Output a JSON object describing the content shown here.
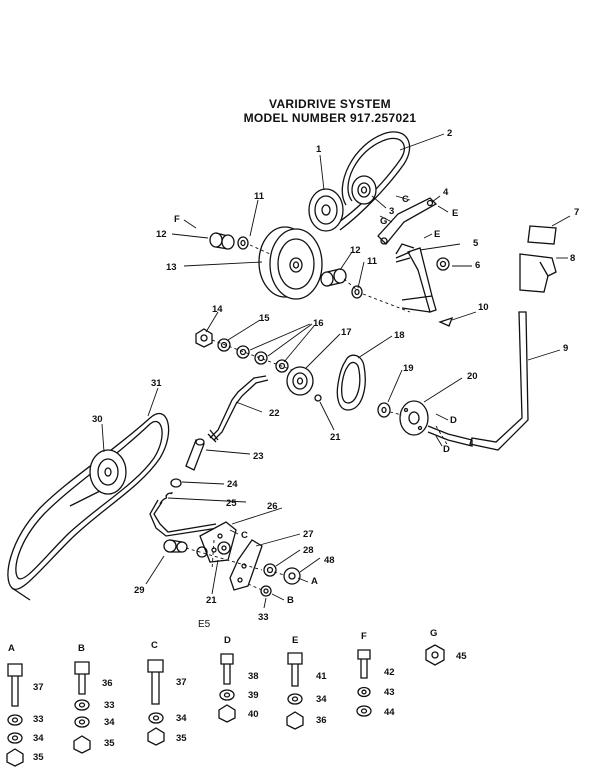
{
  "title": {
    "line1": "VARIDRIVE SYSTEM",
    "line2": "MODEL NUMBER 917.257021"
  },
  "diagram_code": "E5",
  "callouts": [
    {
      "id": "c1",
      "text": "1"
    },
    {
      "id": "c2",
      "text": "2"
    },
    {
      "id": "c3",
      "text": "3"
    },
    {
      "id": "c4",
      "text": "4"
    },
    {
      "id": "c5",
      "text": "5"
    },
    {
      "id": "c6",
      "text": "6"
    },
    {
      "id": "c7",
      "text": "7"
    },
    {
      "id": "c8",
      "text": "8"
    },
    {
      "id": "c9",
      "text": "9"
    },
    {
      "id": "c10",
      "text": "10"
    },
    {
      "id": "c11a",
      "text": "11"
    },
    {
      "id": "c11b",
      "text": "11"
    },
    {
      "id": "c12a",
      "text": "12"
    },
    {
      "id": "c12b",
      "text": "12"
    },
    {
      "id": "c13",
      "text": "13"
    },
    {
      "id": "c14",
      "text": "14"
    },
    {
      "id": "c15",
      "text": "15"
    },
    {
      "id": "c16",
      "text": "16"
    },
    {
      "id": "c17",
      "text": "17"
    },
    {
      "id": "c18",
      "text": "18"
    },
    {
      "id": "c19",
      "text": "19"
    },
    {
      "id": "c20",
      "text": "20"
    },
    {
      "id": "c21a",
      "text": "21"
    },
    {
      "id": "c21b",
      "text": "21"
    },
    {
      "id": "c22",
      "text": "22"
    },
    {
      "id": "c23",
      "text": "23"
    },
    {
      "id": "c24",
      "text": "24"
    },
    {
      "id": "c25",
      "text": "25"
    },
    {
      "id": "c26",
      "text": "26"
    },
    {
      "id": "c27",
      "text": "27"
    },
    {
      "id": "c28",
      "text": "28"
    },
    {
      "id": "c29",
      "text": "29"
    },
    {
      "id": "c30",
      "text": "30"
    },
    {
      "id": "c31",
      "text": "31"
    },
    {
      "id": "c33",
      "text": "33"
    },
    {
      "id": "c48",
      "text": "48"
    }
  ],
  "letter_refs": [
    {
      "id": "lC1",
      "text": "C"
    },
    {
      "id": "lE1",
      "text": "E"
    },
    {
      "id": "lG1",
      "text": "G"
    },
    {
      "id": "lE2",
      "text": "E"
    },
    {
      "id": "lF1",
      "text": "F"
    },
    {
      "id": "lD1",
      "text": "D"
    },
    {
      "id": "lD2",
      "text": "D"
    },
    {
      "id": "lC2",
      "text": "C"
    },
    {
      "id": "lA1",
      "text": "A"
    },
    {
      "id": "lB1",
      "text": "B"
    }
  ],
  "hardware_key": [
    {
      "letter": "A",
      "bolt": "37",
      "items": [
        "33",
        "34",
        "35"
      ]
    },
    {
      "letter": "B",
      "bolt": "36",
      "items": [
        "33",
        "34",
        "35"
      ]
    },
    {
      "letter": "C",
      "bolt": "37",
      "items": [
        "34",
        "35"
      ]
    },
    {
      "letter": "D",
      "bolt": "38",
      "items": [
        "39",
        "40"
      ]
    },
    {
      "letter": "E",
      "bolt": "41",
      "items": [
        "34",
        "36"
      ]
    },
    {
      "letter": "F",
      "bolt": "42",
      "items": [
        "43",
        "44"
      ]
    },
    {
      "letter": "G",
      "bolt": "45",
      "items": []
    }
  ]
}
